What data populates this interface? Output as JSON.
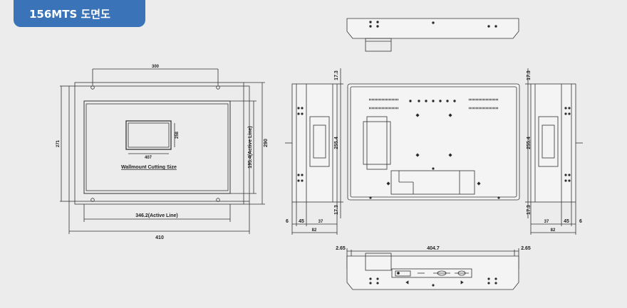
{
  "title": "156MTS 도면도",
  "front": {
    "dim_top": "300",
    "dim_height": "271",
    "dim_active_height": "195.4(Active Line)",
    "dim_outer_height": "290",
    "dim_active_width": "346.2(Active Line)",
    "dim_width": "410",
    "cutout_height": "258",
    "cutout_width": "407",
    "cutout_label": "Wallmount Cutting Size"
  },
  "side_left": {
    "dim_top": "17.3",
    "dim_mid": "255.4",
    "dim_bottom": "17.3",
    "dim_a": "6",
    "dim_b": "45",
    "dim_c": "37",
    "dim_total": "82"
  },
  "side_right": {
    "dim_top": "17.3",
    "dim_mid": "255.4",
    "dim_bottom": "17.3",
    "dim_a": "37",
    "dim_b": "45",
    "dim_c": "6",
    "dim_total": "82"
  },
  "bottom_view": {
    "dim_left": "2.65",
    "dim_width": "404.7",
    "dim_right": "2.65"
  }
}
